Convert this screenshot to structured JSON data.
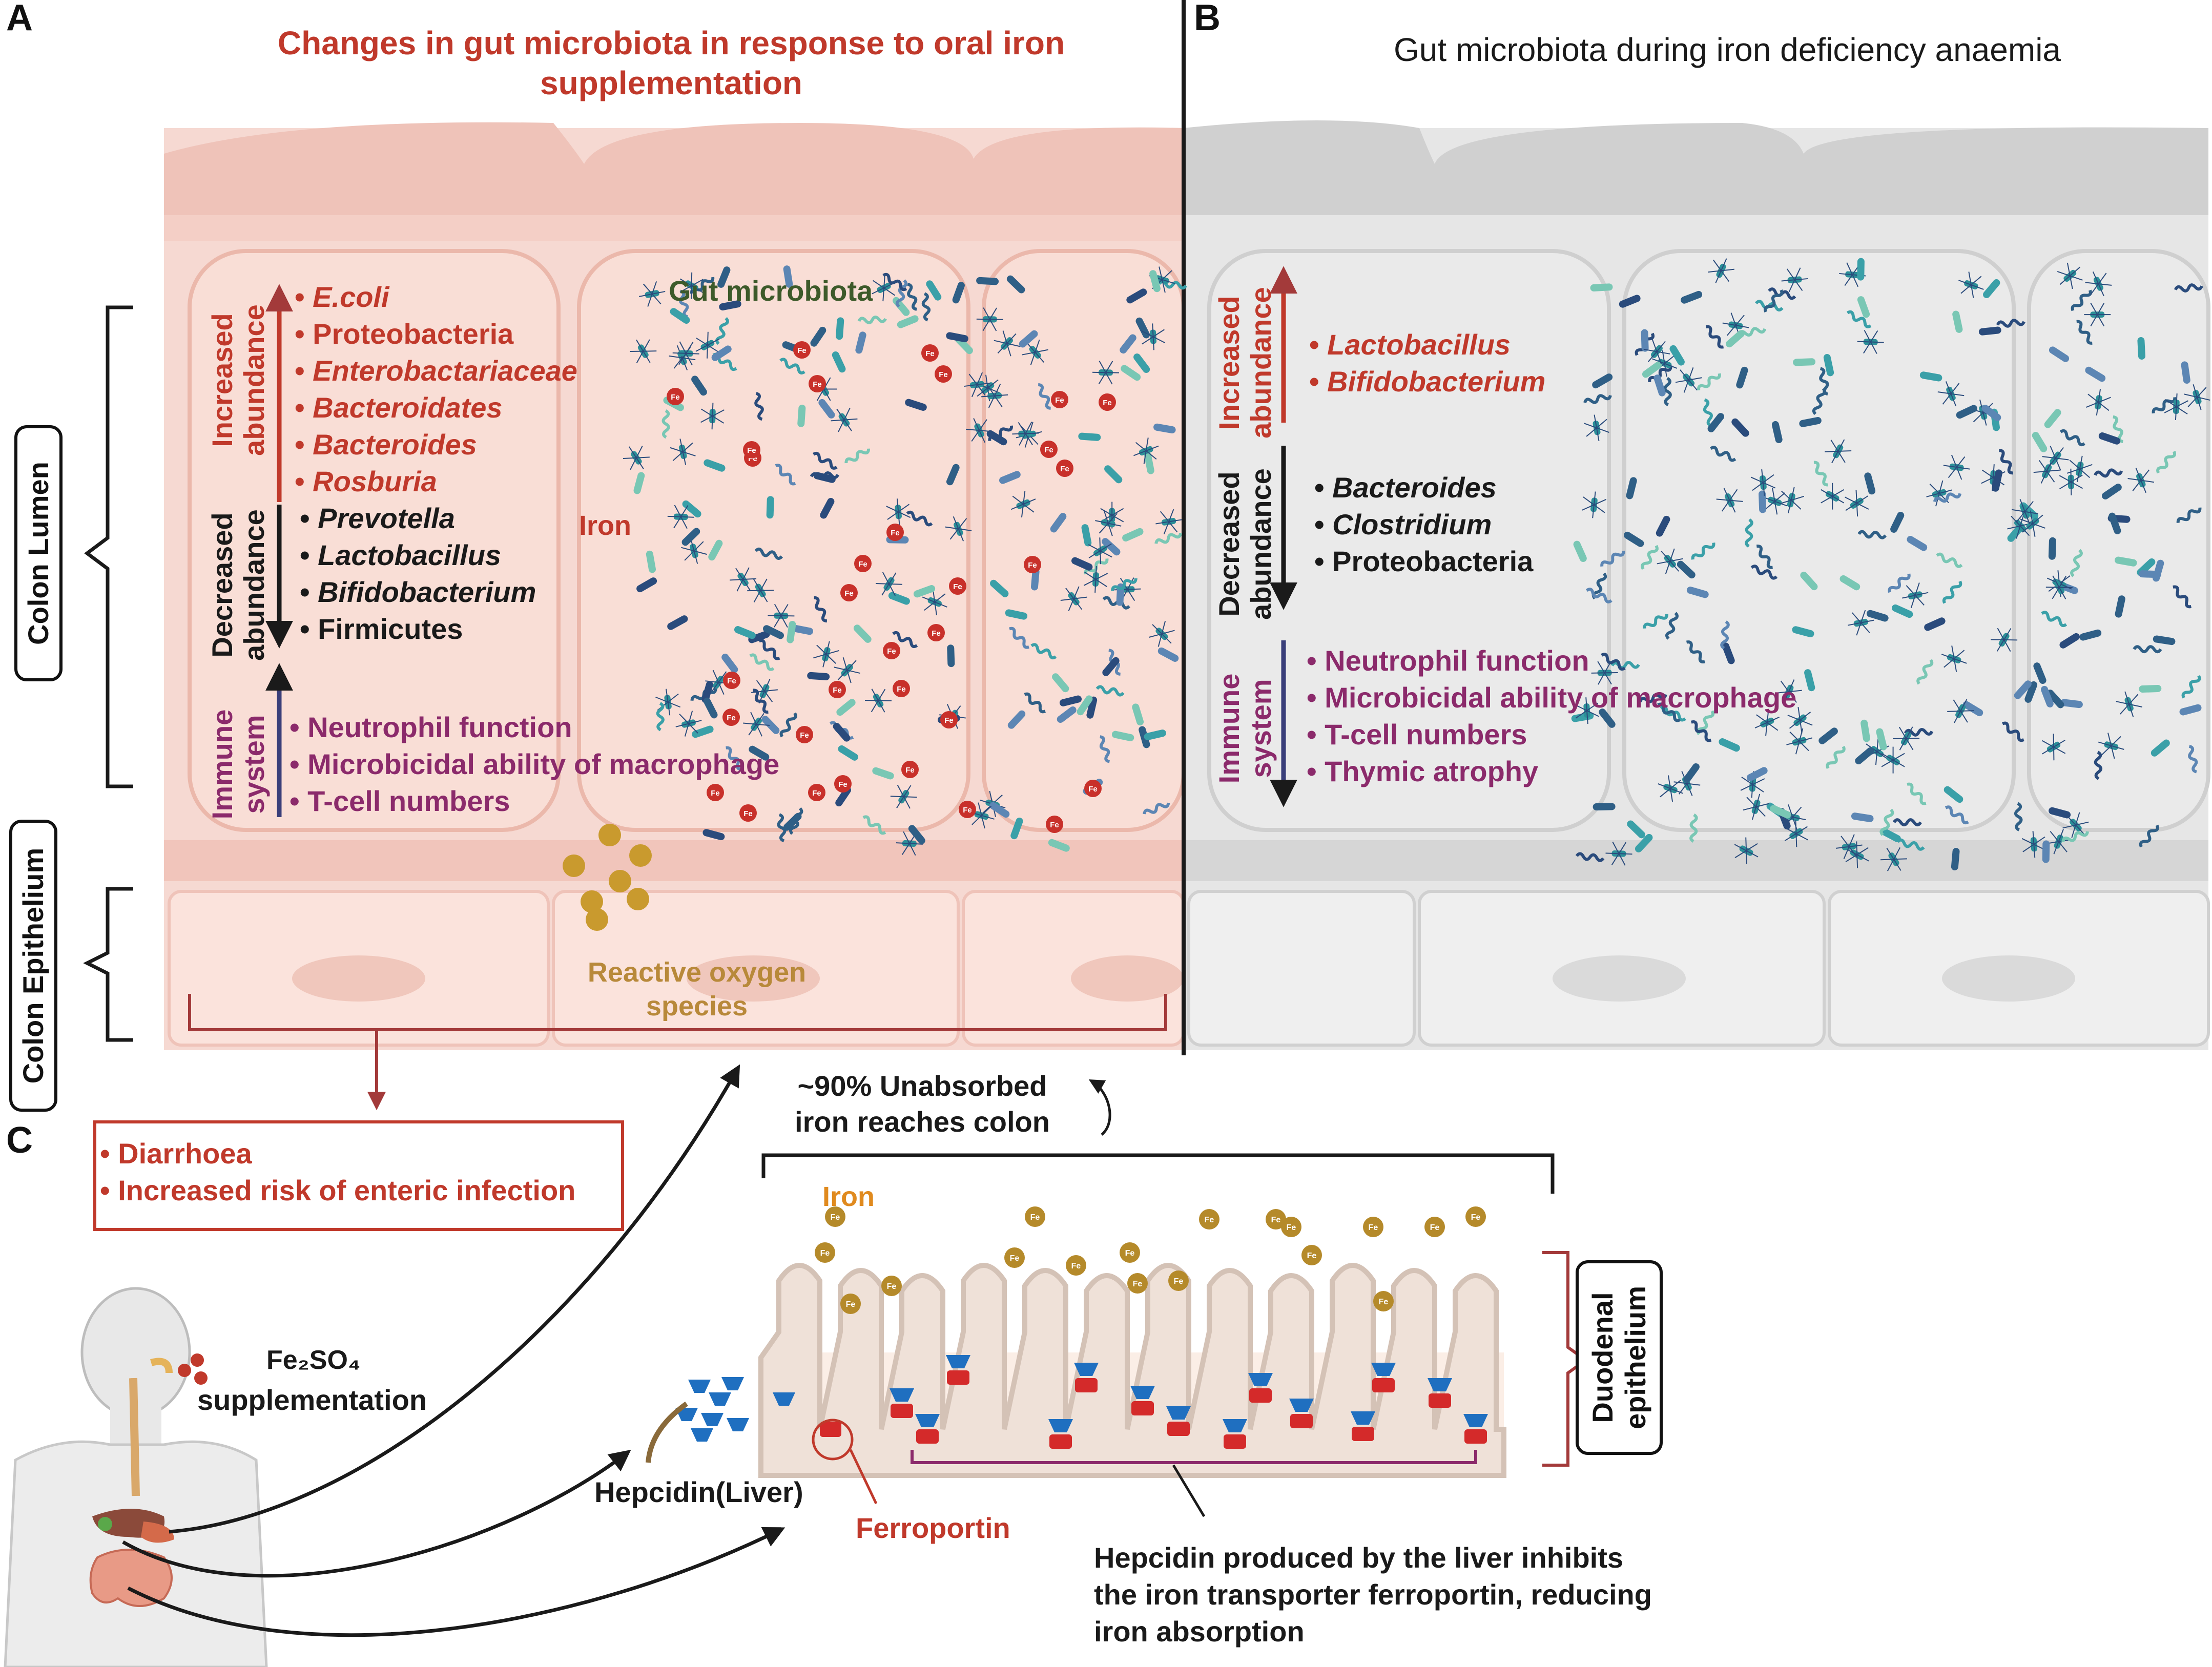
{
  "panels": {
    "a": {
      "letter": "A",
      "title": "Changes in gut microbiota in response to oral iron supplementation",
      "microbiota_label": "Gut microbiota",
      "iron_label": "Iron",
      "ros_label": "Reactive oxygen species",
      "fe_symbol": "Fe",
      "increased_label": "Increased abundance",
      "increased": [
        "E.coli",
        "Proteobacteria",
        "Enterobactariaceae",
        "Bacteroidates",
        "Bacteroides",
        "Rosburia"
      ],
      "decreased_label": "Decreased abundance",
      "decreased": [
        "Prevotella",
        "Lactobacillus",
        "Bifidobacterium",
        "Firmicutes"
      ],
      "immune_label": "Immune system",
      "immune": [
        "Neutrophil function",
        "Microbicidal ability of macrophage",
        "T-cell numbers"
      ]
    },
    "b": {
      "letter": "B",
      "title": "Gut microbiota during iron deficiency anaemia",
      "increased_label": "Increased abundance",
      "increased": [
        "Lactobacillus",
        "Bifidobacterium"
      ],
      "decreased_label": "Decreased abundance",
      "decreased": [
        "Bacteroides",
        "Clostridium",
        "Proteobacteria"
      ],
      "immune_label": "Immune system",
      "immune": [
        "Neutrophil function",
        "Microbicidal ability of macrophage",
        "T-cell numbers",
        "Thymic atrophy"
      ]
    },
    "c": {
      "letter": "C",
      "effects": [
        "Diarrhoea",
        "Increased risk of enteric infection"
      ],
      "unabsorbed": "~90% Unabsorbed iron reaches colon",
      "iron_label": "Iron",
      "fe_symbol": "Fe",
      "supplement_formula": "Fe₂SO₄",
      "supplement_text": "supplementation",
      "hepcidin_label": "Hepcidin(Liver)",
      "ferroportin_label": "Ferroportin",
      "hepcidin_note": "Hepcidin produced by the liver inhibits the iron transporter ferroportin, reducing iron absorption",
      "duodenal_label": "Duodenal epithelium"
    }
  },
  "side_labels": {
    "colon_lumen": "Colon Lumen",
    "colon_epithelium": "Colon Epithelium"
  },
  "colors": {
    "increase": "#c0392b",
    "decrease": "#1a1a1a",
    "immune": "#8b2a6b",
    "immune_arrow": "#3a3f7a",
    "microbiota": "#3d5a2a",
    "ros": "#b8893a",
    "iron_orange": "#e08a1e",
    "hepcidin_blue": "#1f6fc0",
    "ferroportin_red": "#d42a2a"
  }
}
